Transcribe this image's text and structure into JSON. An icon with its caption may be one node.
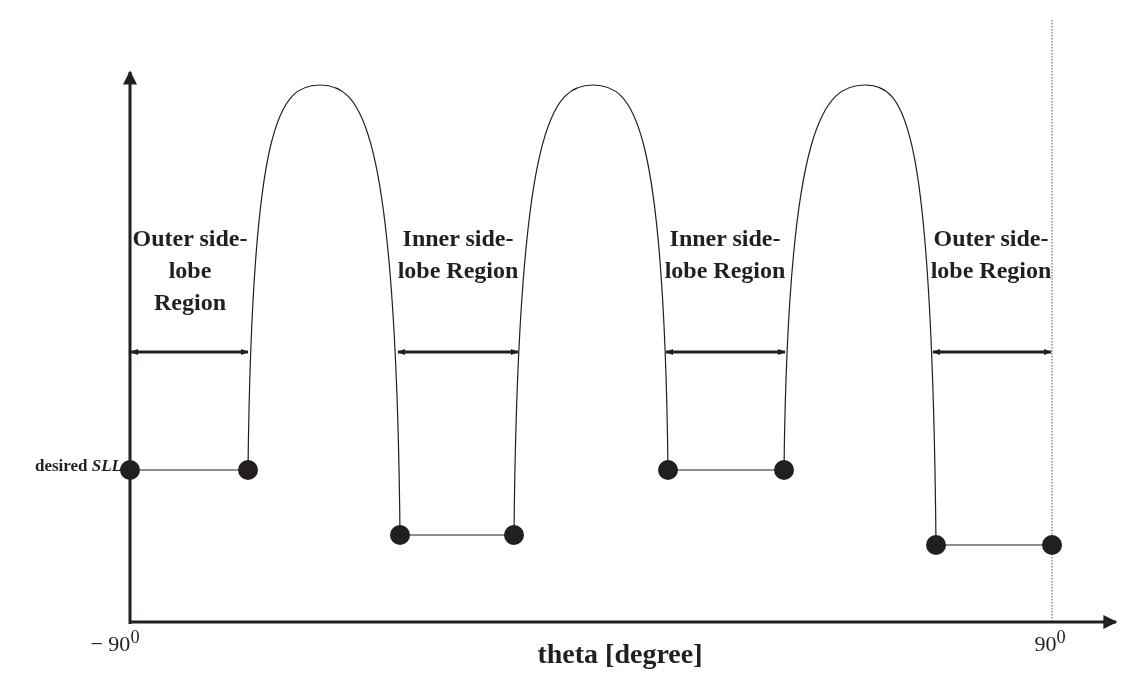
{
  "diagram": {
    "labels": [
      "Outer side-lobe Region",
      "Inner side-lobe Region",
      "Inner side-lobe Region",
      "Outer side-lobe Region",
      "desired *SLL*",
      "− 90$^{0}$",
      "90$^{0}$",
      "theta [degree]"
    ]
  }
}
